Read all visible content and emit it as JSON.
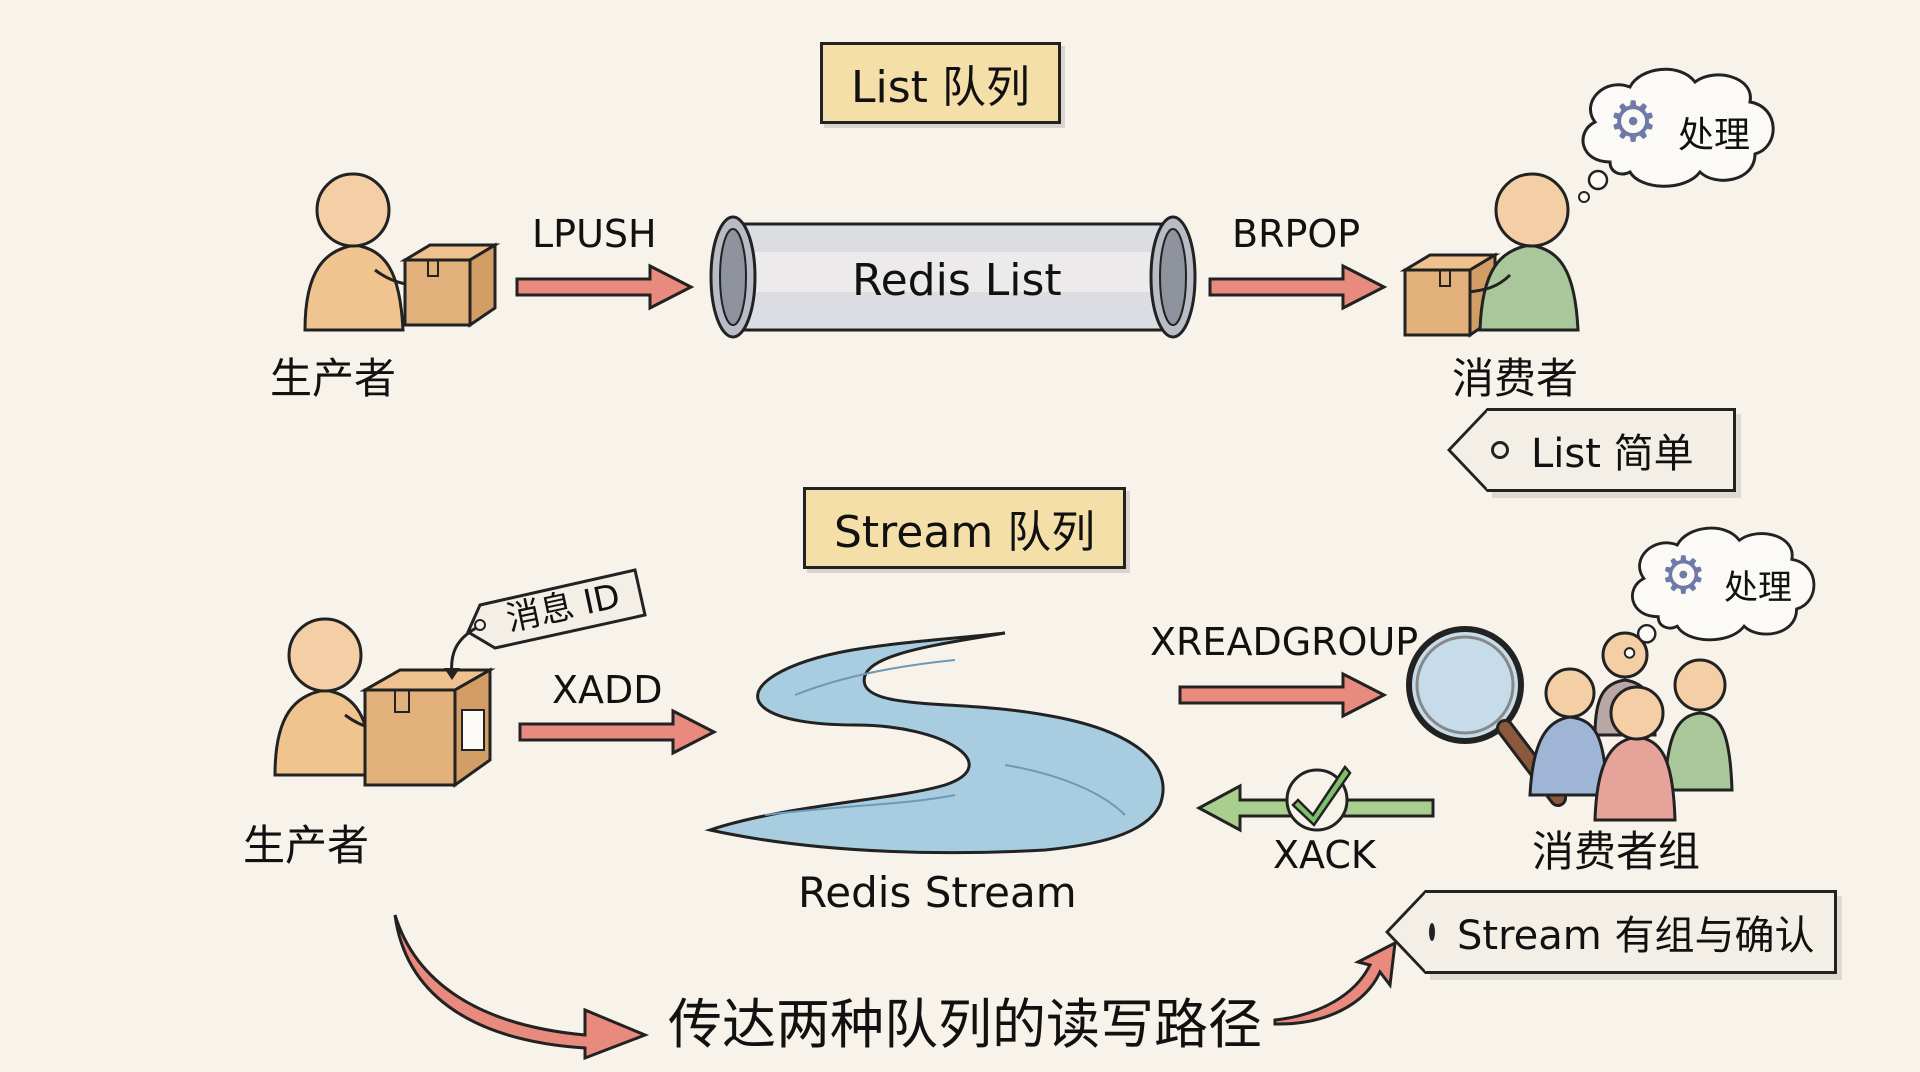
{
  "list_section": {
    "title": "List 队列",
    "producer_label": "生产者",
    "push_command": "LPUSH",
    "queue_label": "Redis List",
    "pop_command": "BRPOP",
    "consumer_label": "消费者",
    "thought_text": "处理",
    "note": "List 简单"
  },
  "stream_section": {
    "title": "Stream 队列",
    "producer_label": "生产者",
    "message_id_tag": "消息 ID",
    "add_command": "XADD",
    "queue_label": "Redis Stream",
    "read_command": "XREADGROUP",
    "ack_command": "XACK",
    "consumer_group_label": "消费者组",
    "thought_text": "处理",
    "note": "Stream 有组与确认"
  },
  "caption": "传达两种队列的读写路径",
  "colors": {
    "background": "#f7f3ea",
    "title_fill": "#f5dfa8",
    "arrow_red": "#e98a7e",
    "arrow_green": "#a9cf8f",
    "box": "#e2b07a",
    "producer_body": "#f0c48e",
    "consumer_body": "#a9c79a",
    "water": "#a9cde0"
  }
}
